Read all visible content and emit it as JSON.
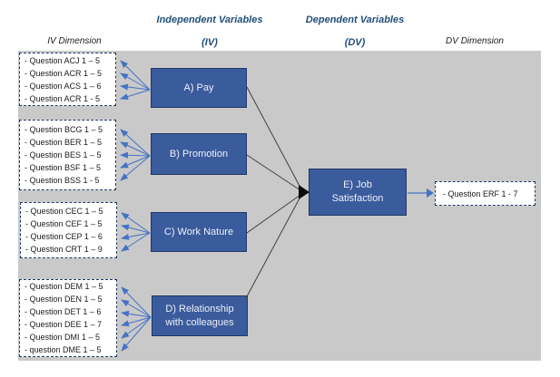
{
  "headers": {
    "iv_dimension": "IV Dimension",
    "independent_variables": "Independent Variables",
    "iv_abbrev": "(IV)",
    "dependent_variables": "Dependent Variables",
    "dv_abbrev": "(DV)",
    "dv_dimension": "DV Dimension"
  },
  "iv_boxes": [
    {
      "label": "A) Pay",
      "questions": [
        "- Question ACJ 1 – 5",
        "- Question ACR 1 – 5",
        "- Question ACS 1 – 6",
        "- Question ACR 1 - 5"
      ]
    },
    {
      "label": "B) Promotion",
      "questions": [
        "- Question BCG 1 – 5",
        "- Question BER 1 – 5",
        "- Question BES 1 – 5",
        "- Question BSF 1 – 5",
        "- Question BSS 1 - 5"
      ]
    },
    {
      "label": "C) Work Nature",
      "questions": [
        "- Question CEC 1 – 5",
        "- Question CEF 1 – 5",
        "- Question CEP 1 – 6",
        "- Question CRT 1 – 9"
      ]
    },
    {
      "label": "D) Relationship with colleagues",
      "questions": [
        "- Question DEM 1 – 5",
        "- Question DEN 1 – 5",
        "- Question DET 1 – 6",
        "- Question DEE 1 – 7",
        "- Question DMI 1 – 5",
        "- question DME 1 – 5"
      ]
    }
  ],
  "dv_box": {
    "label": "E) Job Satisfaction",
    "question": "- Question ERF 1 - 7"
  },
  "colors": {
    "diagram_background": "#c9c9c9",
    "variable_box_fill": "#3a5b9c",
    "variable_box_border": "#203864",
    "fan_arrow_blue": "#4472c4",
    "connector_dark": "#404040",
    "header_blue": "#1f4e79",
    "dashed_border": "#1f3864"
  }
}
